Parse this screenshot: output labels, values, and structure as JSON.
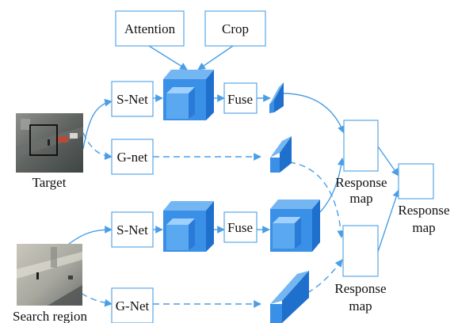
{
  "boxes": {
    "attention": "Attention",
    "crop": "Crop",
    "snet_top": "S-Net",
    "gnet_top": "G-net",
    "fuse_top": "Fuse",
    "snet_bottom": "S-Net",
    "fuse_bottom": "Fuse",
    "gnet_bottom": "G-Net"
  },
  "images": {
    "target_label": "Target",
    "search_label": "Search region"
  },
  "response_maps": {
    "top": [
      "Response",
      "map"
    ],
    "bottom": [
      "Response",
      "map"
    ],
    "final": [
      "Response",
      "map"
    ]
  },
  "colors": {
    "box_stroke": "#5aa6e6",
    "arrow": "#4a9ee6",
    "cube_front": "#3a8fe6",
    "cube_top": "#74b6f2",
    "cube_side": "#1f6fcc",
    "inner_face": "#5aa8f0"
  }
}
